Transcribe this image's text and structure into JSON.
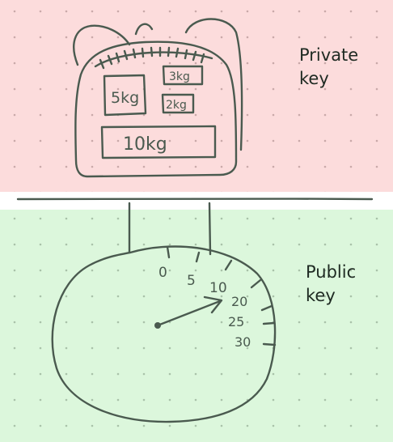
{
  "colors": {
    "private_bg": "#fcdcdc",
    "public_bg": "#dcf7dc",
    "dot": "#c7c7c7",
    "ink": "#4a5a4f"
  },
  "labels": {
    "private_line1": "Private",
    "private_line2": "key",
    "public_line1": "Public",
    "public_line2": "key"
  },
  "weights": {
    "w5": "5kg",
    "w3": "3kg",
    "w2": "2kg",
    "w10": "10kg"
  },
  "dial": {
    "ticks": [
      "0",
      "5",
      "10",
      "20",
      "25",
      "30"
    ]
  }
}
